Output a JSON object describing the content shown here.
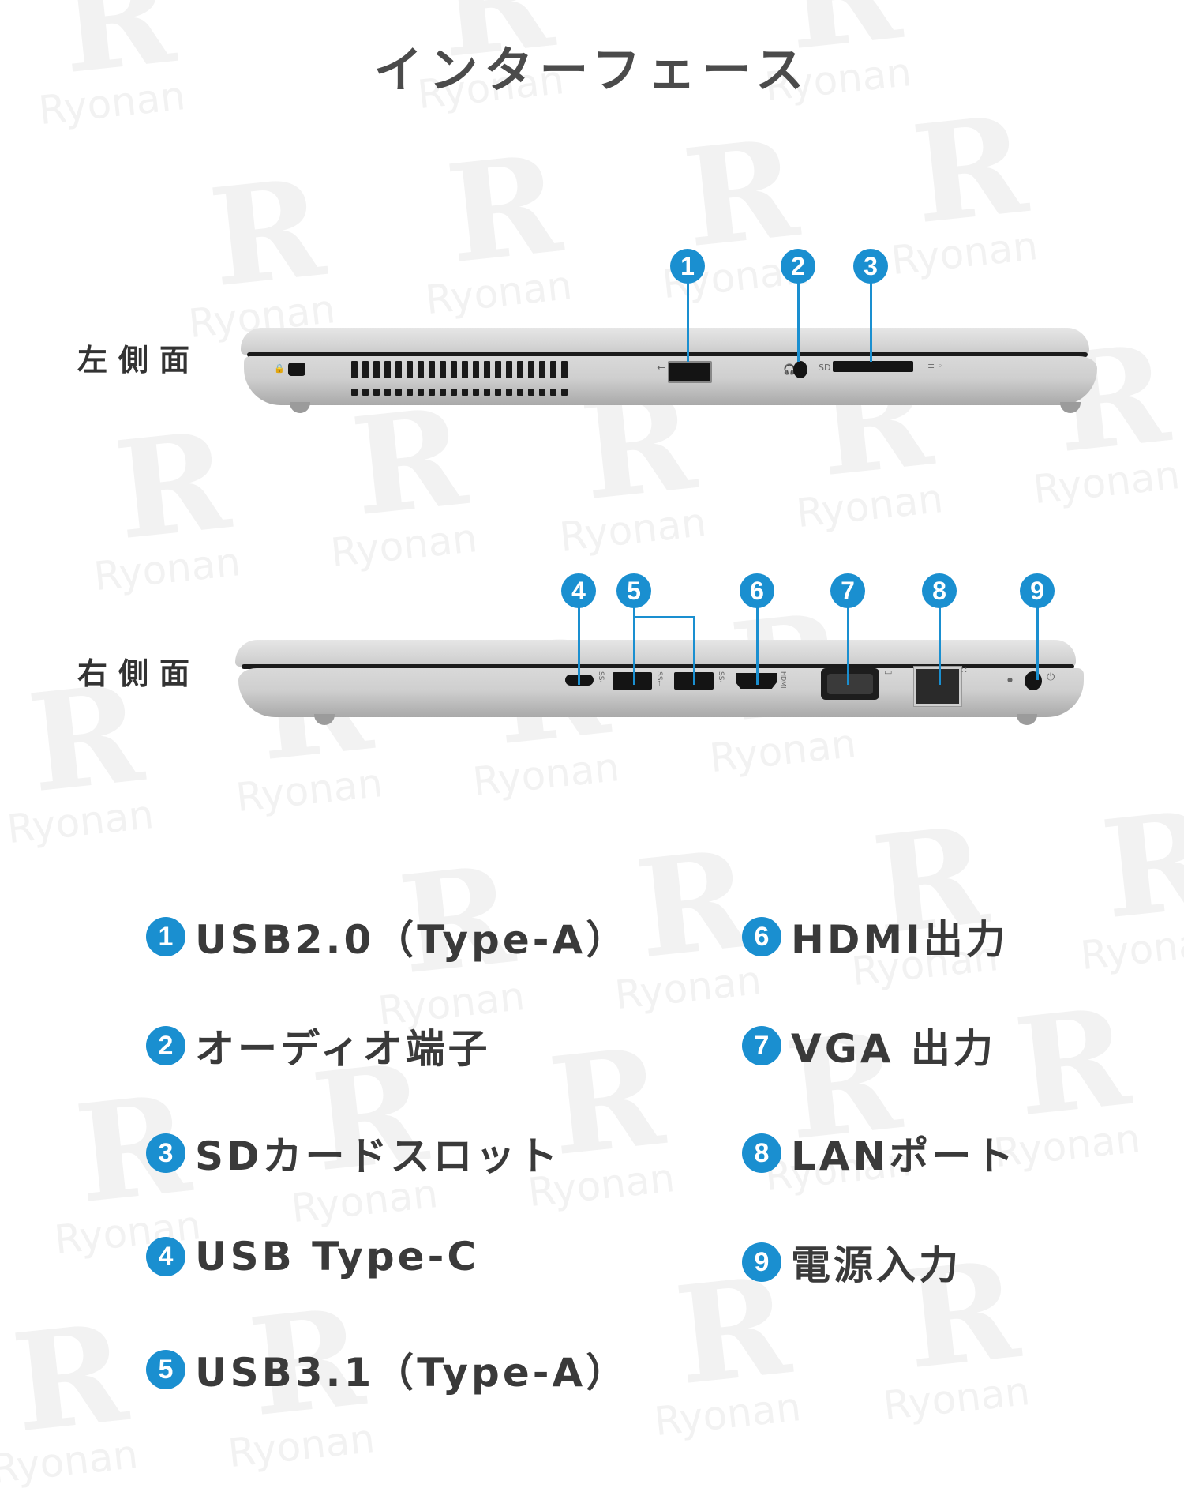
{
  "title": "インターフェース",
  "watermark": {
    "logo_letter": "R",
    "text": "Ryonan"
  },
  "colors": {
    "badge": "#1a8fd0",
    "text": "#3a3a3a",
    "title": "#4b4b4b",
    "background": "#ffffff"
  },
  "left_side": {
    "label": "左側面",
    "markers": [
      {
        "num": "1",
        "port": "usb2-type-a"
      },
      {
        "num": "2",
        "port": "audio-jack"
      },
      {
        "num": "3",
        "port": "sd-card-slot"
      }
    ],
    "port_glyphs": {
      "sd": "SD"
    }
  },
  "right_side": {
    "label": "右側面",
    "markers": [
      {
        "num": "4",
        "port": "usb-type-c"
      },
      {
        "num": "5",
        "port": "usb3-1-type-a-x2"
      },
      {
        "num": "6",
        "port": "hdmi"
      },
      {
        "num": "7",
        "port": "vga"
      },
      {
        "num": "8",
        "port": "lan"
      },
      {
        "num": "9",
        "port": "power"
      }
    ]
  },
  "legend": [
    {
      "num": "1",
      "label": "USB2.0（Type-A）"
    },
    {
      "num": "2",
      "label": "オーディオ端子"
    },
    {
      "num": "3",
      "label": "SDカードスロット"
    },
    {
      "num": "4",
      "label": "USB Type-C"
    },
    {
      "num": "5",
      "label": "USB3.1（Type-A）"
    },
    {
      "num": "6",
      "label": "HDMI出力"
    },
    {
      "num": "7",
      "label": "VGA 出力"
    },
    {
      "num": "8",
      "label": "LANポート"
    },
    {
      "num": "9",
      "label": "電源入力"
    }
  ]
}
